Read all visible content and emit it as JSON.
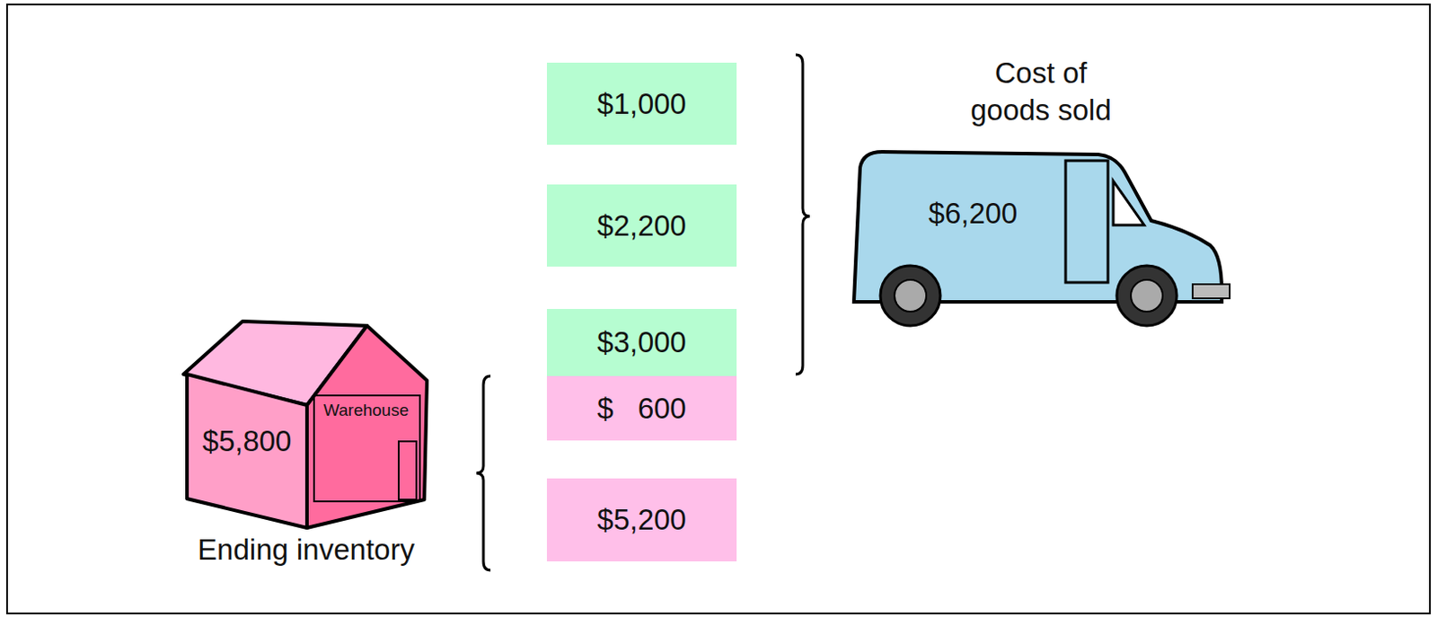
{
  "diagram": {
    "nodes": [
      {
        "text": [
          "$1,000"
        ]
      },
      {
        "text": [
          "$2,200"
        ]
      },
      {
        "text": [
          "$3,000"
        ]
      },
      {
        "text": [
          "$   600"
        ]
      },
      {
        "text": [
          "$5,200"
        ]
      },
      {
        "text": [
          "Cost of goods sold",
          "$6,200"
        ]
      },
      {
        "text": [
          "$5,800",
          "Warehouse",
          "Ending inventory"
        ]
      }
    ]
  }
}
